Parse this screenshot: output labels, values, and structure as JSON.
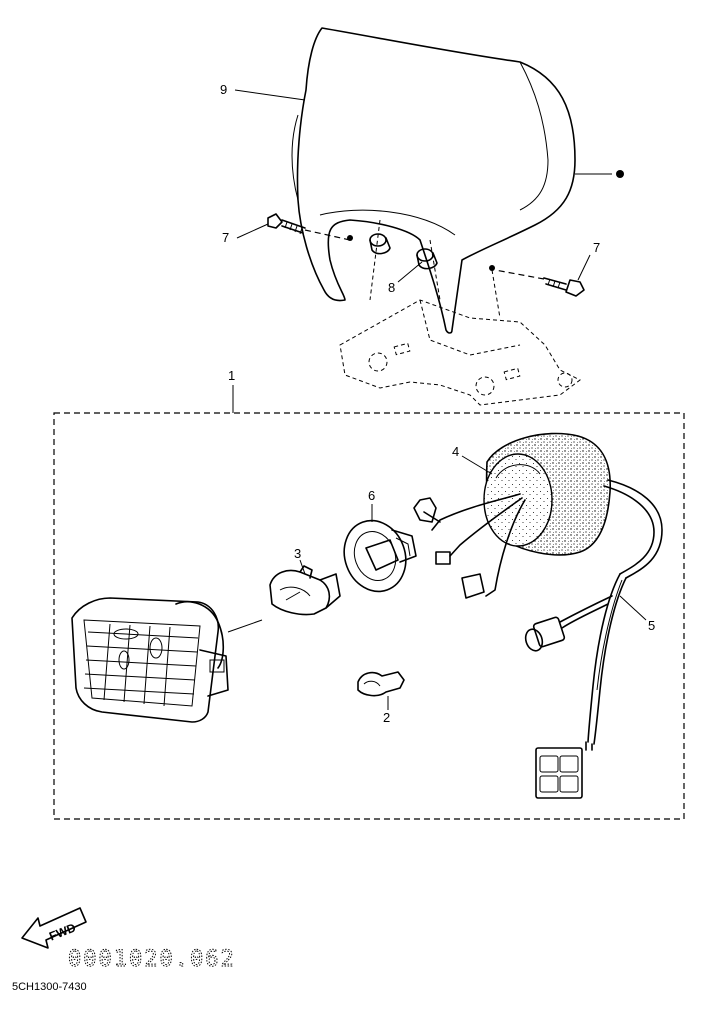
{
  "callouts": {
    "c1": "1",
    "c2": "2",
    "c3": "3",
    "c4": "4",
    "c5": "5",
    "c6": "6",
    "c7a": "7",
    "c7b": "7",
    "c8": "8",
    "c9": "9"
  },
  "fwd_label": "FWD",
  "watermark": "0001020.062",
  "part_number": "5CH1300-7430"
}
